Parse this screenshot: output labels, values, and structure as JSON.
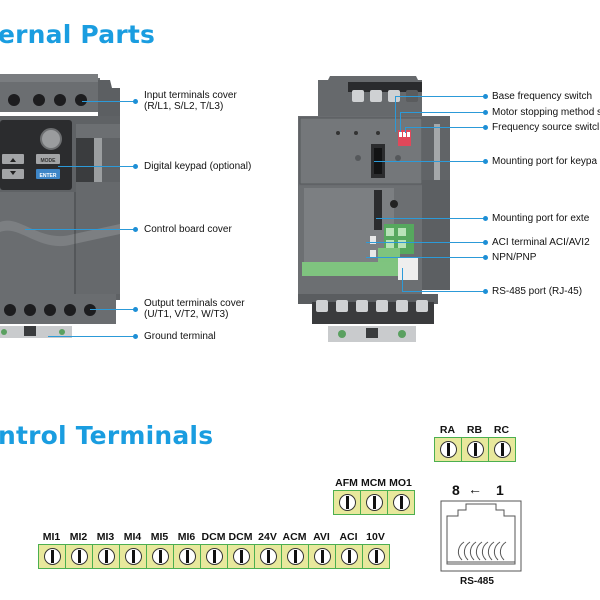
{
  "sections": {
    "external_parts_title": "ernal Parts",
    "control_terminals_title": "ntrol Terminals"
  },
  "front_view": {
    "callouts": [
      {
        "line1": "Input terminals cover",
        "line2": "(R/L1, S/L2, T/L3)"
      },
      {
        "line1": "Digital keypad (optional)"
      },
      {
        "line1": "Control board cover"
      },
      {
        "line1": "Output terminals cover",
        "line2": "(U/T1, V/T2, W/T3)"
      },
      {
        "line1": "Ground terminal"
      }
    ],
    "keypad": {
      "mode_key": "MODE",
      "enter_key": "ENTER"
    }
  },
  "inside_view": {
    "callouts": [
      {
        "line1": "Base frequency switch"
      },
      {
        "line1": "Motor stopping method s"
      },
      {
        "line1": "Frequency source switcl"
      },
      {
        "line1": "Mounting port for keypa"
      },
      {
        "line1": "Mounting port for exte"
      },
      {
        "line1": "ACI terminal ACI/AVI2"
      },
      {
        "line1": "NPN/PNP"
      },
      {
        "line1": "RS-485 port (RJ-45)"
      }
    ]
  },
  "terminals": {
    "relay": [
      "RA",
      "RB",
      "RC"
    ],
    "output": [
      "AFM",
      "MCM",
      "MO1"
    ],
    "input": [
      "MI1",
      "MI2",
      "MI3",
      "MI4",
      "MI5",
      "MI6",
      "DCM",
      "DCM",
      "24V",
      "ACM",
      "AVI",
      "ACI",
      "10V"
    ]
  },
  "rj45": {
    "pin_high": "8",
    "arrow": "←",
    "pin_low": "1",
    "label": "RS-485"
  },
  "colors": {
    "title_blue": "#1a9de0",
    "leader_blue": "#2c9ad8",
    "terminal_fill": "#e8e89c",
    "terminal_border": "#4caf50",
    "drive_gray": "#5e6164"
  }
}
